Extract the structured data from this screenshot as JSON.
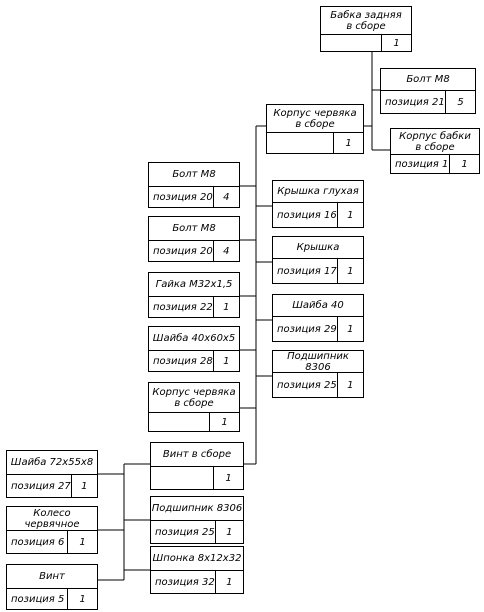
{
  "parts": [
    {
      "id": "n1",
      "title": "Бабка задняя\nв сборе",
      "position": "",
      "qty": "1"
    },
    {
      "id": "n2",
      "title": "Болт М8",
      "position": "позиция 21",
      "qty": "5"
    },
    {
      "id": "n3",
      "title": "Корпус бабки\nв сборе",
      "position": "позиция 1",
      "qty": "1"
    },
    {
      "id": "n4",
      "title": "Корпус червяка\nв сборе",
      "position": "",
      "qty": "1"
    },
    {
      "id": "n5",
      "title": "Болт М8",
      "position": "позиция 20",
      "qty": "4"
    },
    {
      "id": "n6",
      "title": "Болт М8",
      "position": "позиция 20",
      "qty": "4"
    },
    {
      "id": "n7",
      "title": "Крышка глухая",
      "position": "позиция 16",
      "qty": "1"
    },
    {
      "id": "n8",
      "title": "Крышка",
      "position": "позиция 17",
      "qty": "1"
    },
    {
      "id": "n9",
      "title": "Гайка М32х1,5",
      "position": "позиция 22",
      "qty": "1"
    },
    {
      "id": "n10",
      "title": "Шайба 40",
      "position": "позиция 29",
      "qty": "1"
    },
    {
      "id": "n11",
      "title": "Шайба 40х60х5",
      "position": "позиция 28",
      "qty": "1"
    },
    {
      "id": "n12",
      "title": "Подшипник 8306",
      "position": "позиция 25",
      "qty": "1"
    },
    {
      "id": "n13",
      "title": "Корпус червяка\nв сборе",
      "position": "",
      "qty": "1"
    },
    {
      "id": "n14",
      "title": "Винт в сборе",
      "position": "",
      "qty": "1"
    },
    {
      "id": "n15",
      "title": "Шайба 72х55х8",
      "position": "позиция 27",
      "qty": "1"
    },
    {
      "id": "n16",
      "title": "Подшипник 8306",
      "position": "позиция 25",
      "qty": "1"
    },
    {
      "id": "n17",
      "title": "Колесо червячное",
      "position": "позиция 6",
      "qty": "1"
    },
    {
      "id": "n18",
      "title": "Шпонка 8х12х32",
      "position": "позиция 32",
      "qty": "1"
    },
    {
      "id": "n19",
      "title": "Винт",
      "position": "позиция 5",
      "qty": "1"
    }
  ]
}
